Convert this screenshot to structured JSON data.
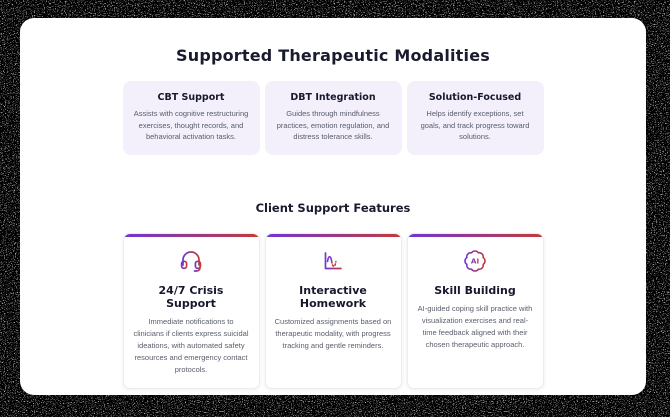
{
  "modalities": {
    "heading": "Supported Therapeutic Modalities",
    "cards": [
      {
        "title": "CBT Support",
        "description": "Assists with cognitive restructuring exercises, thought records, and behavioral activation tasks."
      },
      {
        "title": "DBT Integration",
        "description": "Guides through mindfulness practices, emotion regulation, and distress tolerance skills."
      },
      {
        "title": "Solution-Focused",
        "description": "Helps identify exceptions, set goals, and track progress toward solutions."
      }
    ]
  },
  "features": {
    "heading": "Client Support Features",
    "cards": [
      {
        "icon": "headset-icon",
        "title": "24/7 Crisis Support",
        "description": "Immediate notifications to clinicians if clients express suicidal ideations, with automated safety resources and emergency contact protocols."
      },
      {
        "icon": "activity-chart-icon",
        "title": "Interactive Homework",
        "description": "Customized assignments based on therapeutic modality, with progress tracking and gentle reminders."
      },
      {
        "icon": "ai-badge-icon",
        "icon_label": "AI",
        "title": "Skill Building",
        "description": "AI-guided coping skill practice with visualization exercises and real-time feedback aligned with their chosen therapeutic approach."
      }
    ]
  },
  "colors": {
    "accent_purple": "#6f35d4",
    "accent_red": "#c23b3b",
    "modality_card_bg": "#f4f0fb",
    "heading_text": "#191b2e",
    "body_text": "#5a5e6c",
    "page_bg": "#ffffff",
    "frame_bg": "#000000"
  }
}
